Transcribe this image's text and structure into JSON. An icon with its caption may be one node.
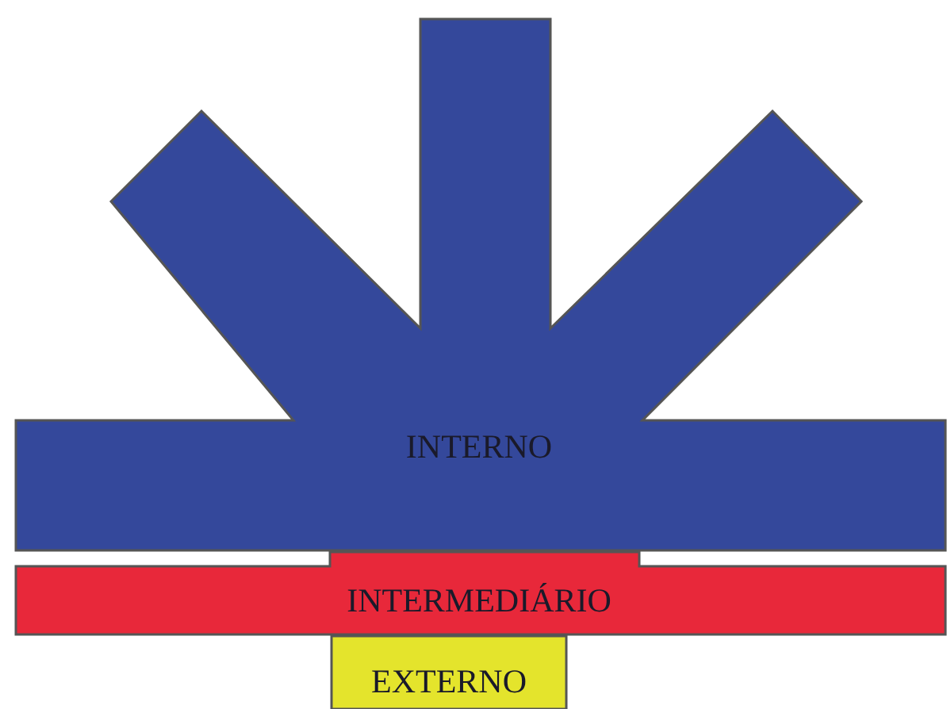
{
  "diagram": {
    "nodes": [
      {
        "text": [
          "INTERNO"
        ]
      },
      {
        "text": [
          "INTERMEDIÁRIO"
        ]
      },
      {
        "text": [
          "EXTERNO"
        ]
      }
    ]
  }
}
